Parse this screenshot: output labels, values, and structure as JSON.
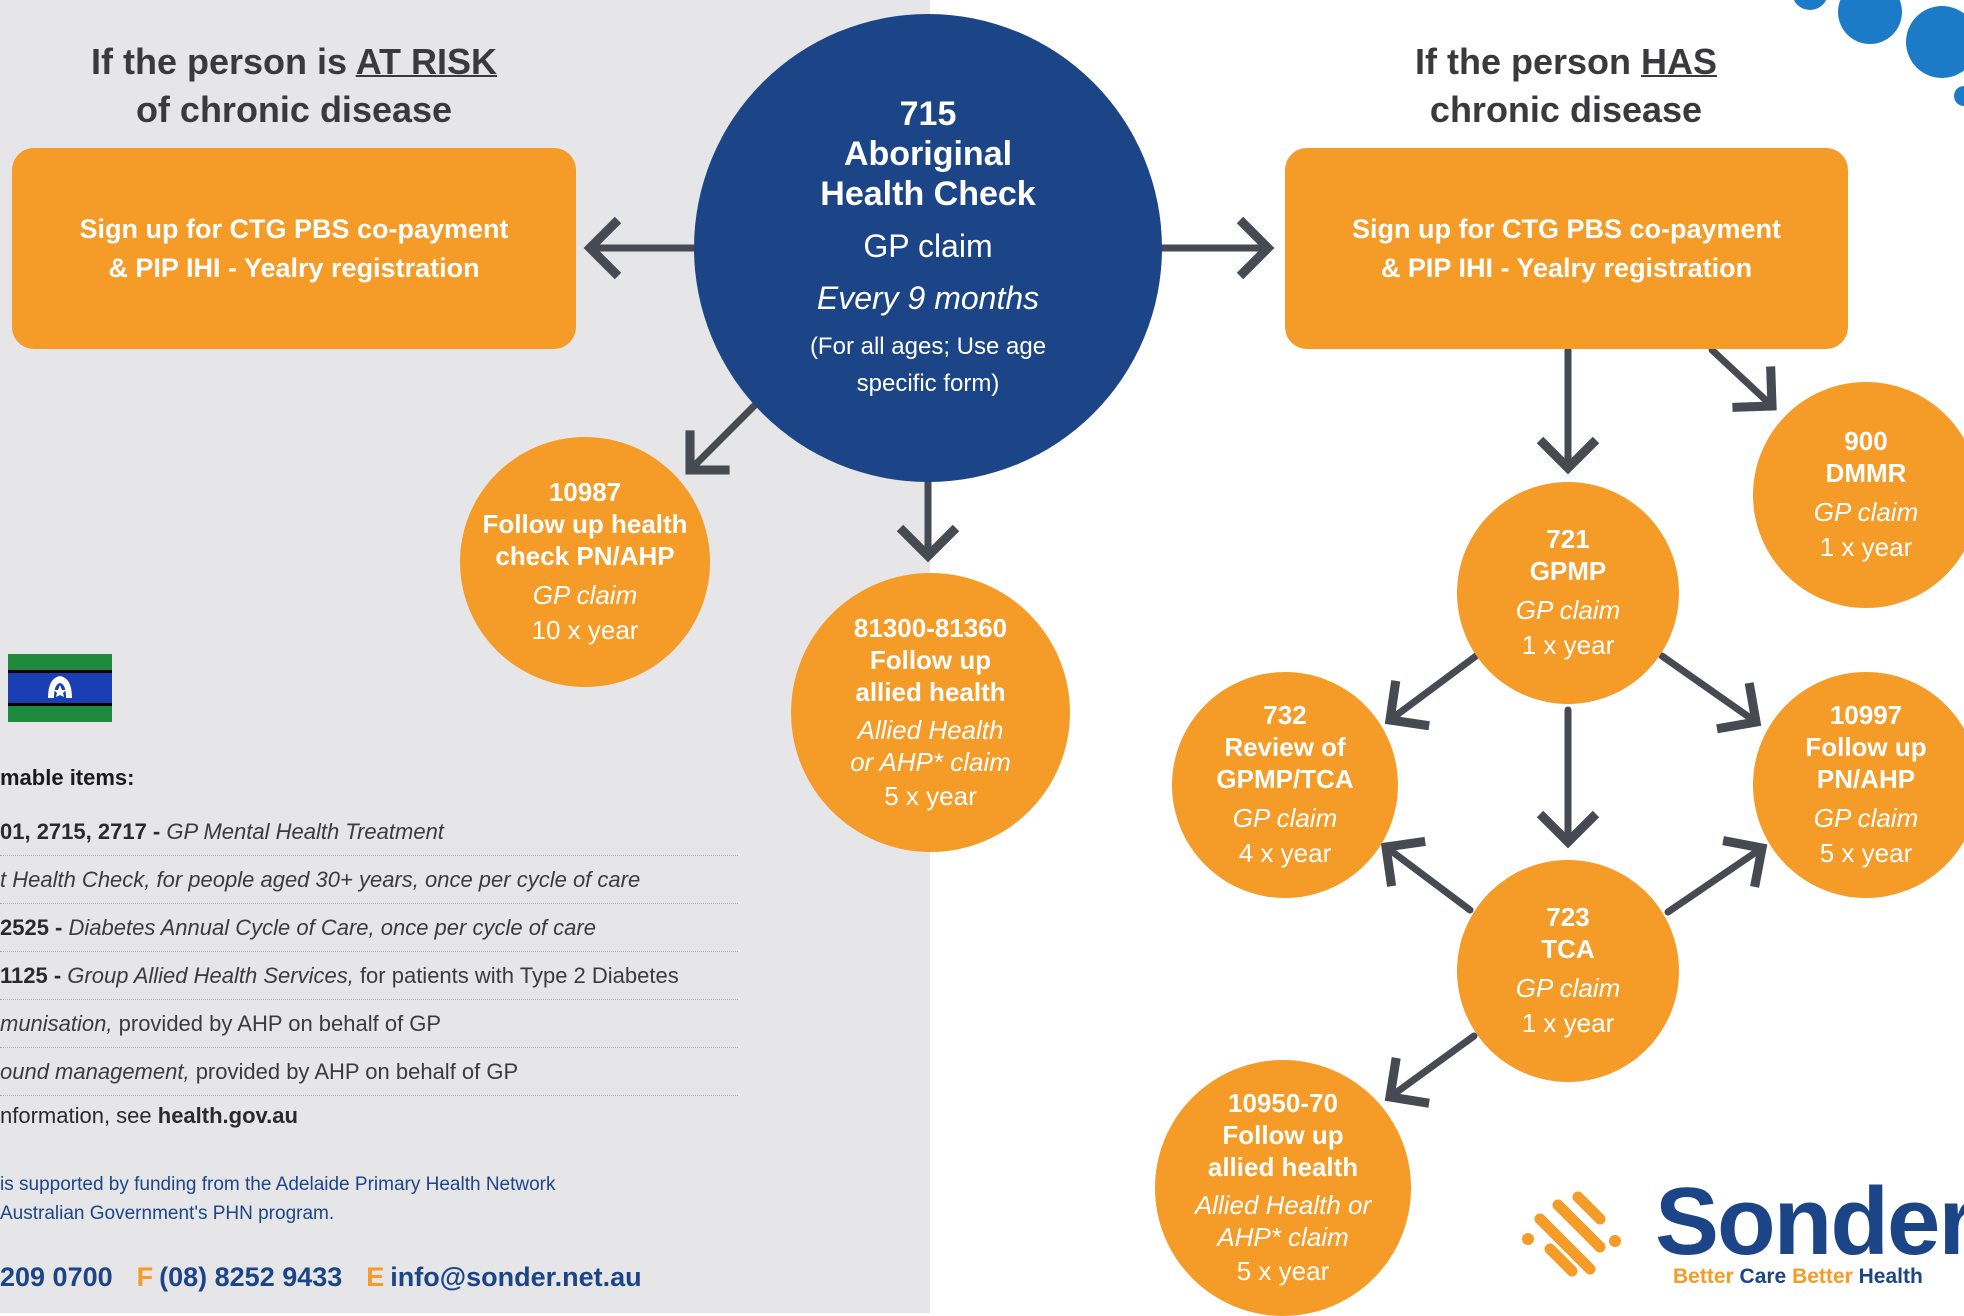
{
  "left_heading": {
    "line1_pre": "If the person is ",
    "line1_u": "AT RISK",
    "line2": "of chronic disease"
  },
  "right_heading": {
    "line1_pre": "If the person ",
    "line1_u": "HAS",
    "line2": "chronic disease"
  },
  "left_box": {
    "line1": "Sign up for CTG PBS co-payment",
    "line2": "& PIP IHI - Yealry registration"
  },
  "right_box": {
    "line1": "Sign up for CTG PBS co-payment",
    "line2": "& PIP IHI - Yealry registration"
  },
  "center_circle": {
    "code": "715",
    "title1": "Aboriginal",
    "title2": "Health Check",
    "claim": "GP claim",
    "frequency": "Every 9 months",
    "note1": "(For all ages; Use age",
    "note2": "specific form)"
  },
  "circle_10987": {
    "code": "10987",
    "title1": "Follow up health",
    "title2": "check PN/AHP",
    "claim": "GP claim",
    "frequency": "10 x year"
  },
  "circle_81300": {
    "code": "81300-81360",
    "title1": "Follow up",
    "title2": "allied health",
    "claim1": "Allied Health",
    "claim2": "or AHP* claim",
    "frequency": "5 x year"
  },
  "circle_900": {
    "code": "900",
    "title1": "DMMR",
    "claim": "GP claim",
    "frequency": "1 x year"
  },
  "circle_721": {
    "code": "721",
    "title1": "GPMP",
    "claim": "GP claim",
    "frequency": "1 x year"
  },
  "circle_732": {
    "code": "732",
    "title1": "Review of",
    "title2": "GPMP/TCA",
    "claim": "GP claim",
    "frequency": "4 x year"
  },
  "circle_10997": {
    "code": "10997",
    "title1": "Follow up",
    "title2": "PN/AHP",
    "claim": "GP claim",
    "frequency": "5 x year"
  },
  "circle_723": {
    "code": "723",
    "title1": "TCA",
    "claim": "GP claim",
    "frequency": "1 x year"
  },
  "circle_10950": {
    "code": "10950-70",
    "title1": "Follow up",
    "title2": "allied health",
    "claim1": "Allied Health or",
    "claim2": "AHP* claim",
    "frequency": "5 x year"
  },
  "items": {
    "title": "mable items:",
    "rows": [
      {
        "bold": "01, 2715, 2717 - ",
        "italic": "GP Mental Health Treatment",
        "rest": ""
      },
      {
        "bold": "",
        "italic": "t Health Check, for people aged 30+ years, once per cycle of care",
        "rest": ""
      },
      {
        "bold": " 2525 - ",
        "italic": "Diabetes Annual Cycle of Care, once per cycle of care",
        "rest": ""
      },
      {
        "bold": "1125 - ",
        "italic": "Group Allied Health Services,",
        "rest": " for patients with Type 2 Diabetes"
      },
      {
        "bold": "",
        "italic": "munisation,",
        "rest": " provided by AHP on behalf of GP"
      },
      {
        "bold": "",
        "italic": "ound management,",
        "rest": " provided by AHP on behalf of GP"
      }
    ],
    "more_info_pre": "nformation, see ",
    "more_info_link": "health.gov.au"
  },
  "funding": {
    "line1": "is supported by funding from the Adelaide Primary Health Network",
    "line2": " Australian Government's PHN program."
  },
  "contact": {
    "phone": "209 0700",
    "fax_label": "F",
    "fax": "(08) 8252 9433",
    "email_label": "E",
    "email": "info@sonder.net.au"
  },
  "logo": {
    "word": "Sonder",
    "tag1": "Better ",
    "tag2": "Care ",
    "tag3": "Better ",
    "tag4": "Health"
  },
  "colors": {
    "orange": "#f59b28",
    "navy": "#1c4587",
    "arrow": "#474a53",
    "panel": "#e6e6e9"
  }
}
